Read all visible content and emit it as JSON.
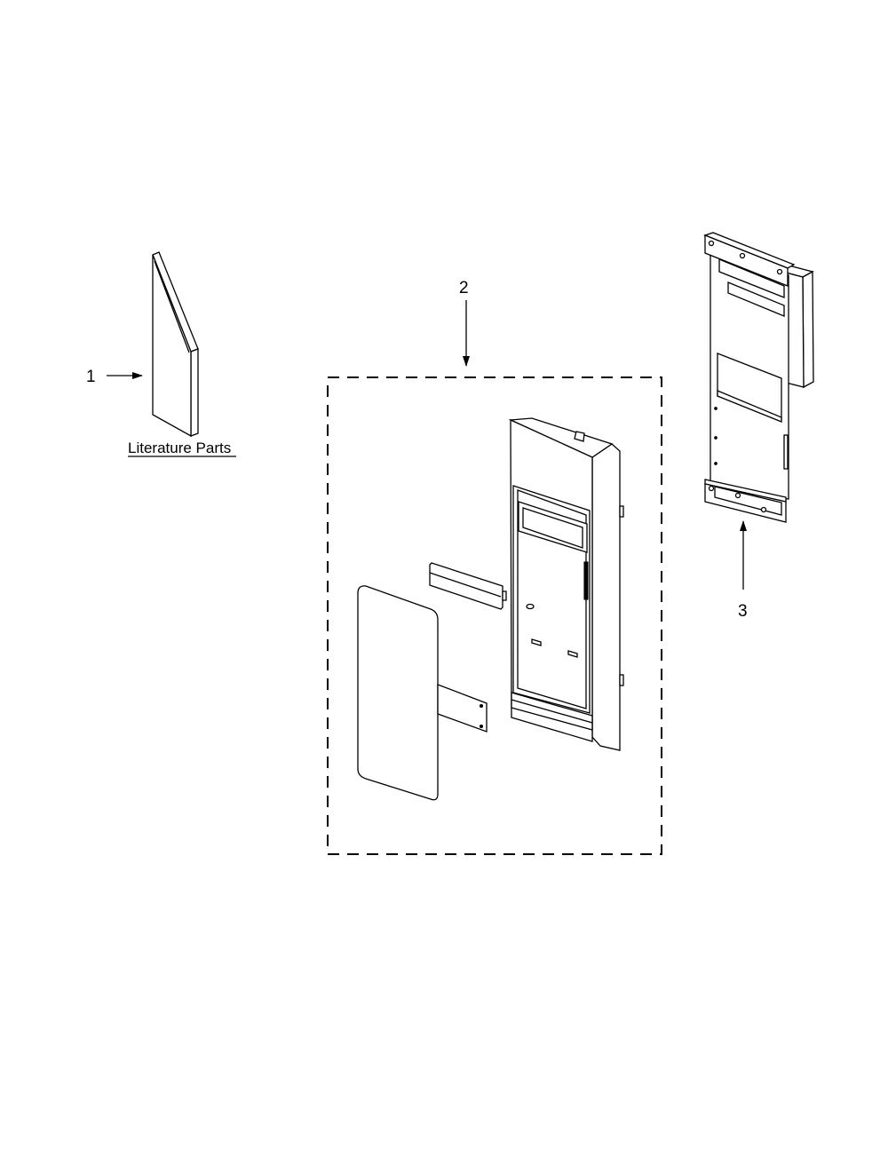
{
  "diagram": {
    "callouts": [
      {
        "id": "1",
        "label": "1"
      },
      {
        "id": "2",
        "label": "2"
      },
      {
        "id": "3",
        "label": "3"
      }
    ],
    "literature_label": "Literature Parts"
  }
}
